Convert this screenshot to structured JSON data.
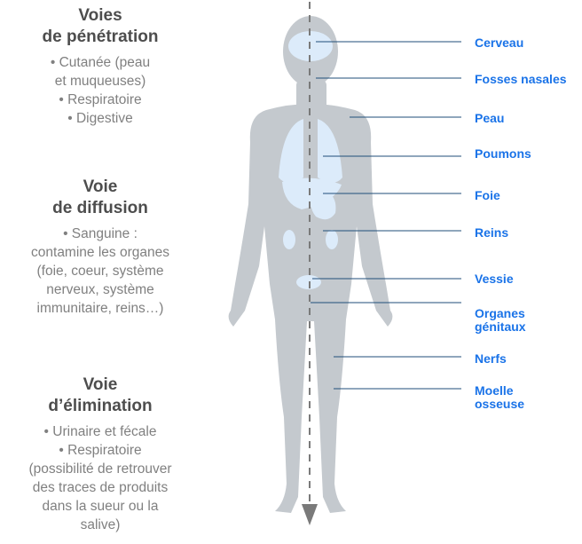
{
  "routes": [
    {
      "title": "Voies\nde pénétration",
      "items": [
        "• Cutanée (peau\net muqueuses)",
        "• Respiratoire",
        "• Digestive"
      ]
    },
    {
      "title": "Voie\nde diffusion",
      "items": [
        "• Sanguine :\ncontamine les organes\n(foie, coeur, système\nnerveux, système\nimmunitaire, reins…)"
      ]
    },
    {
      "title": "Voie\nd’élimination",
      "items": [
        "• Urinaire et fécale",
        "• Respiratoire",
        "(possibilité de retrouver\ndes traces de produits\ndans la sueur ou la\nsalive)"
      ]
    }
  ],
  "organs": [
    {
      "key": "cerveau",
      "label": "Cerveau"
    },
    {
      "key": "fosses",
      "label": "Fosses nasales"
    },
    {
      "key": "peau",
      "label": "Peau"
    },
    {
      "key": "poumons",
      "label": "Poumons"
    },
    {
      "key": "foie",
      "label": "Foie"
    },
    {
      "key": "reins",
      "label": "Reins"
    },
    {
      "key": "vessie",
      "label": "Vessie"
    },
    {
      "key": "organes",
      "label": "Organes\ngénitaux"
    },
    {
      "key": "nerfs",
      "label": "Nerfs"
    },
    {
      "key": "moelle",
      "label": "Moelle\nosseuse"
    }
  ],
  "colors": {
    "body": "#c4c9ce",
    "organ": "#dcebfa",
    "label": "#1a73e8",
    "line": "#1f4e79",
    "arrow": "#7a7a7a"
  }
}
